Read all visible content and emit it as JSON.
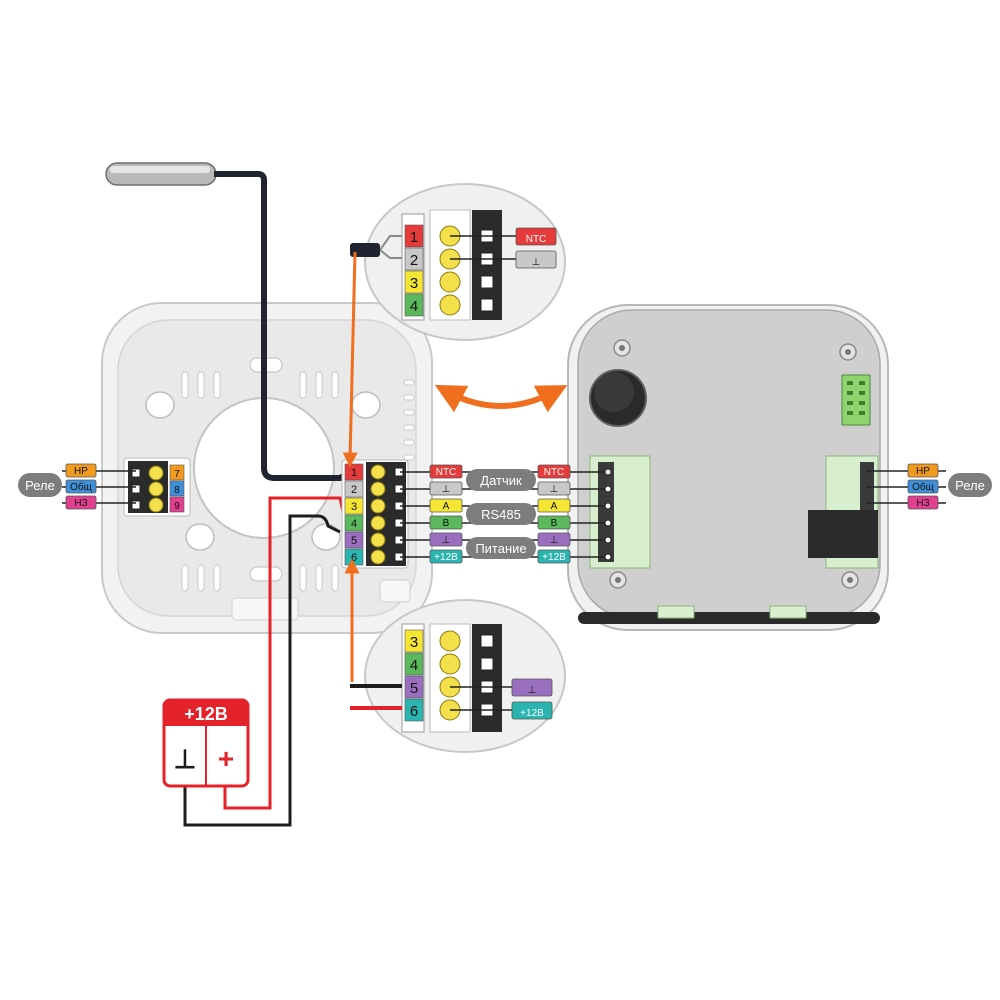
{
  "relay_label": "Реле",
  "relay_terminals": [
    "НР",
    "Общ",
    "НЗ"
  ],
  "base_terminals_relay": [
    "7",
    "8",
    "9"
  ],
  "base_terminals_main": [
    "1",
    "2",
    "3",
    "4",
    "5",
    "6"
  ],
  "signals": [
    "NTC",
    "⊥",
    "A",
    "B",
    "⊥",
    "+12В"
  ],
  "groups": [
    "Датчик",
    "RS485",
    "Питание"
  ],
  "zoom_top": {
    "numbers": [
      "1",
      "2",
      "3",
      "4"
    ],
    "tags": [
      "NTC",
      "⊥"
    ]
  },
  "zoom_bottom": {
    "numbers": [
      "3",
      "4",
      "5",
      "6"
    ],
    "tags": [
      "⊥",
      "+12В"
    ]
  },
  "psu": {
    "title": "+12В",
    "minus": "⊥",
    "plus": "+"
  },
  "colors": {
    "ntc": "#e63b3b",
    "gnd": "#c8c8c8",
    "a": "#f5e633",
    "b": "#5cb85c",
    "gnd2": "#9a6fc0",
    "v12": "#2bb5b0",
    "nr": "#f29a1e",
    "common": "#3f8fd8",
    "nz": "#e0408f",
    "wire_orange": "#ef6f1f",
    "group_bubble": "#7d7d7d"
  }
}
